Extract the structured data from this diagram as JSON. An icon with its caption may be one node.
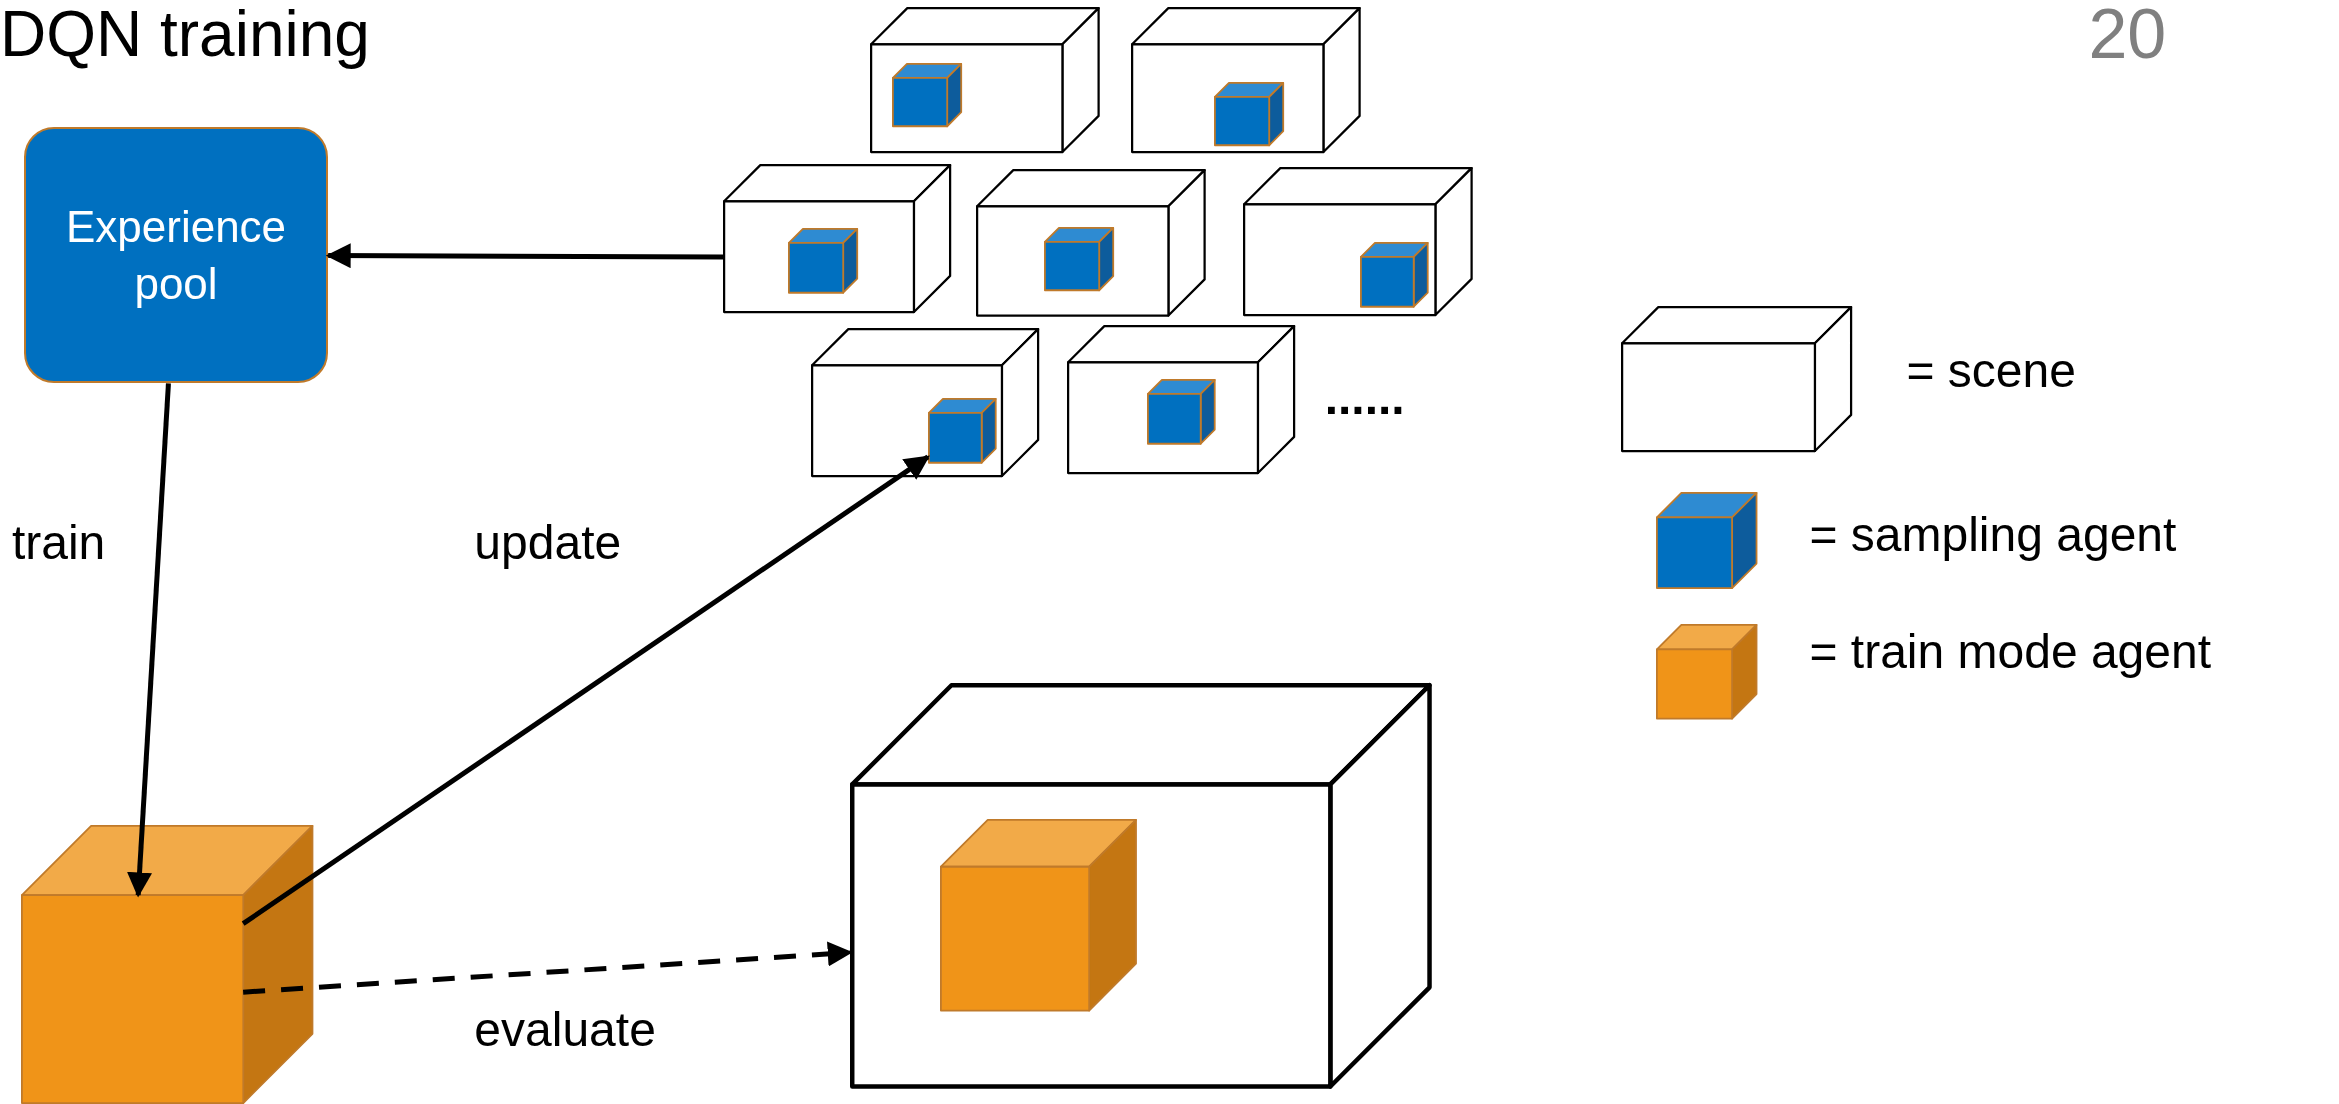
{
  "diagram": {
    "title": "DQN training",
    "nodes": [
      {
        "text": [
          "Experience pool"
        ]
      },
      {
        "text": [],
        "shape": "box"
      },
      {
        "text": [],
        "shape": "cube",
        "in": 1
      },
      {
        "text": [],
        "shape": "box"
      },
      {
        "text": [],
        "shape": "cube",
        "in": 3
      },
      {
        "text": [],
        "shape": "box"
      },
      {
        "text": [],
        "shape": "cube",
        "in": 5
      },
      {
        "text": [],
        "shape": "box"
      },
      {
        "text": [],
        "shape": "cube",
        "in": 7
      },
      {
        "text": [],
        "shape": "box"
      },
      {
        "text": [],
        "shape": "cube",
        "in": 9
      },
      {
        "text": [],
        "shape": "box"
      },
      {
        "text": [],
        "shape": "cube",
        "in": 11
      },
      {
        "text": [],
        "shape": "box"
      },
      {
        "text": [],
        "shape": "cube",
        "in": 13
      },
      {
        "text": [],
        "shape": "cube"
      },
      {
        "text": [],
        "shape": "box"
      },
      {
        "text": [],
        "shape": "cube",
        "in": 16
      }
    ],
    "edges": [
      {
        "from": 5,
        "to": 0,
        "arrow": "to"
      },
      {
        "from": 0,
        "to": 15,
        "arrow": "to",
        "label": "train"
      },
      {
        "from": 15,
        "to": 12,
        "arrow": "to",
        "label": "update"
      },
      {
        "from": 15,
        "to": 16,
        "arrow": "to",
        "label": "evaluate",
        "style": "dashed"
      }
    ],
    "labels": [
      "20",
      "......"
    ],
    "legend": [
      {
        "text": "= scene"
      },
      {
        "text": "= sampling agent"
      },
      {
        "text": "= train mode agent"
      }
    ]
  }
}
